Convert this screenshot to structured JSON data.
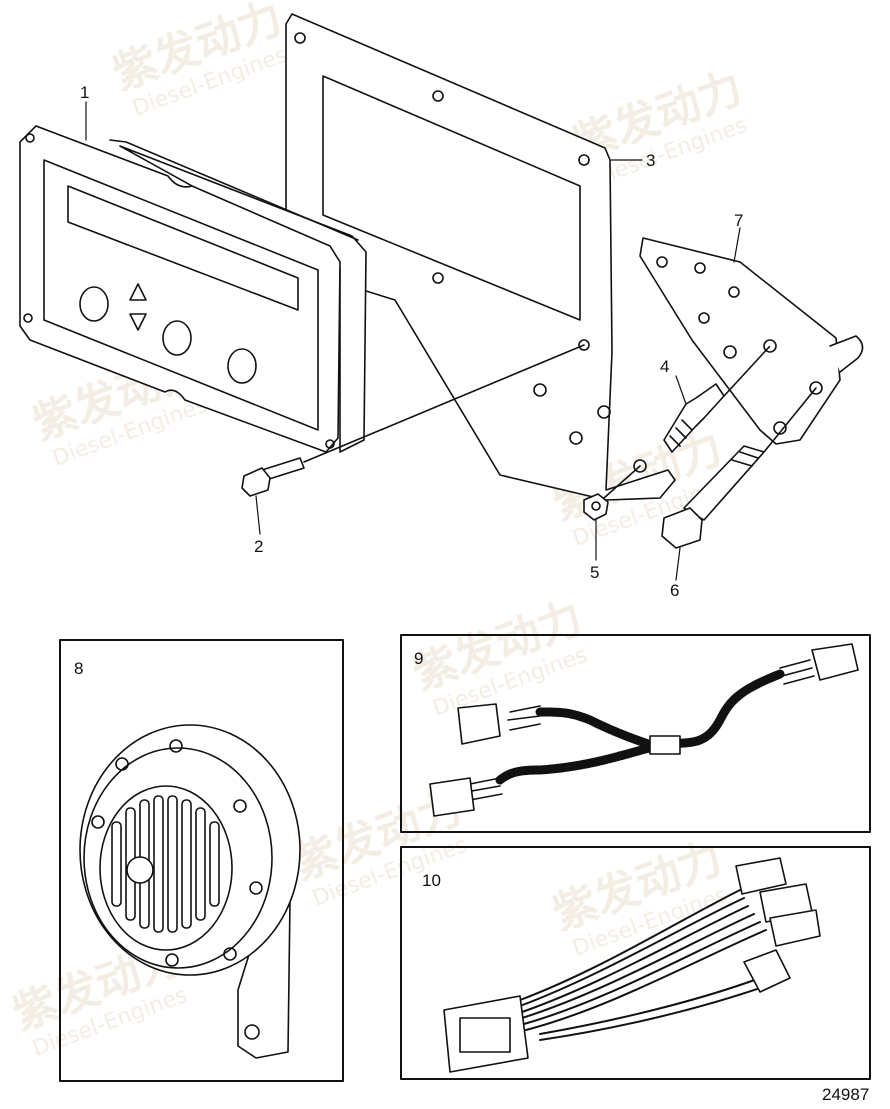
{
  "diagram": {
    "callouts": [
      "1",
      "2",
      "3",
      "4",
      "5",
      "6",
      "7",
      "8",
      "9",
      "10"
    ],
    "drawing_number": "24987"
  },
  "watermark": {
    "brand_cn": "紫发动力",
    "brand_en": "Diesel-Engines"
  }
}
